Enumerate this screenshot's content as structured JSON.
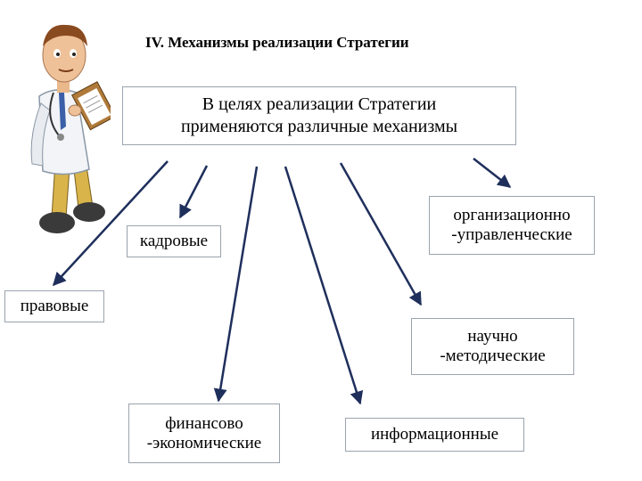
{
  "title": "IV. Механизмы реализации Стратегии",
  "center": {
    "line1": "В целях реализации Стратегии",
    "line2": "применяются различные механизмы"
  },
  "mechanisms": {
    "kadrovye": "кадровые",
    "orgupr_line1": "организационно",
    "orgupr_line2": "-управленческие",
    "pravovye": "правовые",
    "nauchno_line1": "научно",
    "nauchno_line2": "-методические",
    "finansovo_line1": "финансово",
    "finansovo_line2": "-экономические",
    "informacionnye": "информационные"
  },
  "colors": {
    "arrow": "#1f2f5c",
    "box_border": "#9aa3ad"
  },
  "illustration": "doctor-with-clipboard"
}
